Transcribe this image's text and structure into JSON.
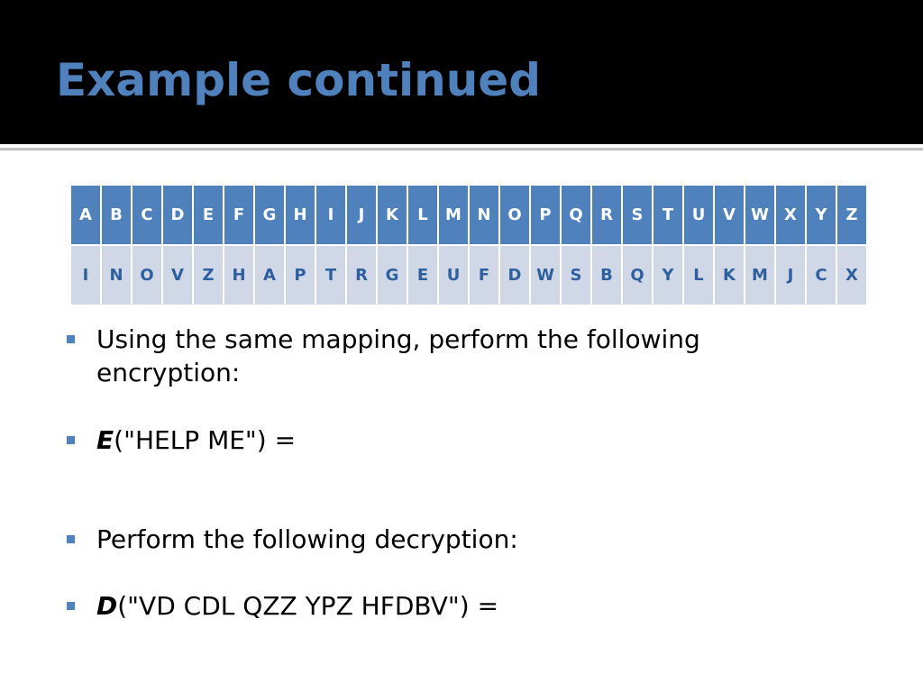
{
  "slide": {
    "title": "Example continued"
  },
  "mapping_table": {
    "plain": [
      "A",
      "B",
      "C",
      "D",
      "E",
      "F",
      "G",
      "H",
      "I",
      "J",
      "K",
      "L",
      "M",
      "N",
      "O",
      "P",
      "Q",
      "R",
      "S",
      "T",
      "U",
      "V",
      "W",
      "X",
      "Y",
      "Z"
    ],
    "cipher": [
      "I",
      "N",
      "O",
      "V",
      "Z",
      "H",
      "A",
      "P",
      "T",
      "R",
      "G",
      "E",
      "U",
      "F",
      "D",
      "W",
      "S",
      "B",
      "Q",
      "Y",
      "L",
      "K",
      "M",
      "J",
      "C",
      "X"
    ]
  },
  "bullets": [
    {
      "fn": "",
      "text": "Using the same mapping, perform the following encryption:"
    },
    {
      "fn": "E",
      "text": "(\"HELP ME\") ="
    },
    {
      "fn": "",
      "text": "Perform the following decryption:"
    },
    {
      "fn": "D",
      "text": "(\"VD CDL QZZ YPZ HFDBV\") ="
    }
  ],
  "colors": {
    "accent": "#4f81bd",
    "title_background": "#000000",
    "cipher_row_background": "#d0d8e8"
  }
}
